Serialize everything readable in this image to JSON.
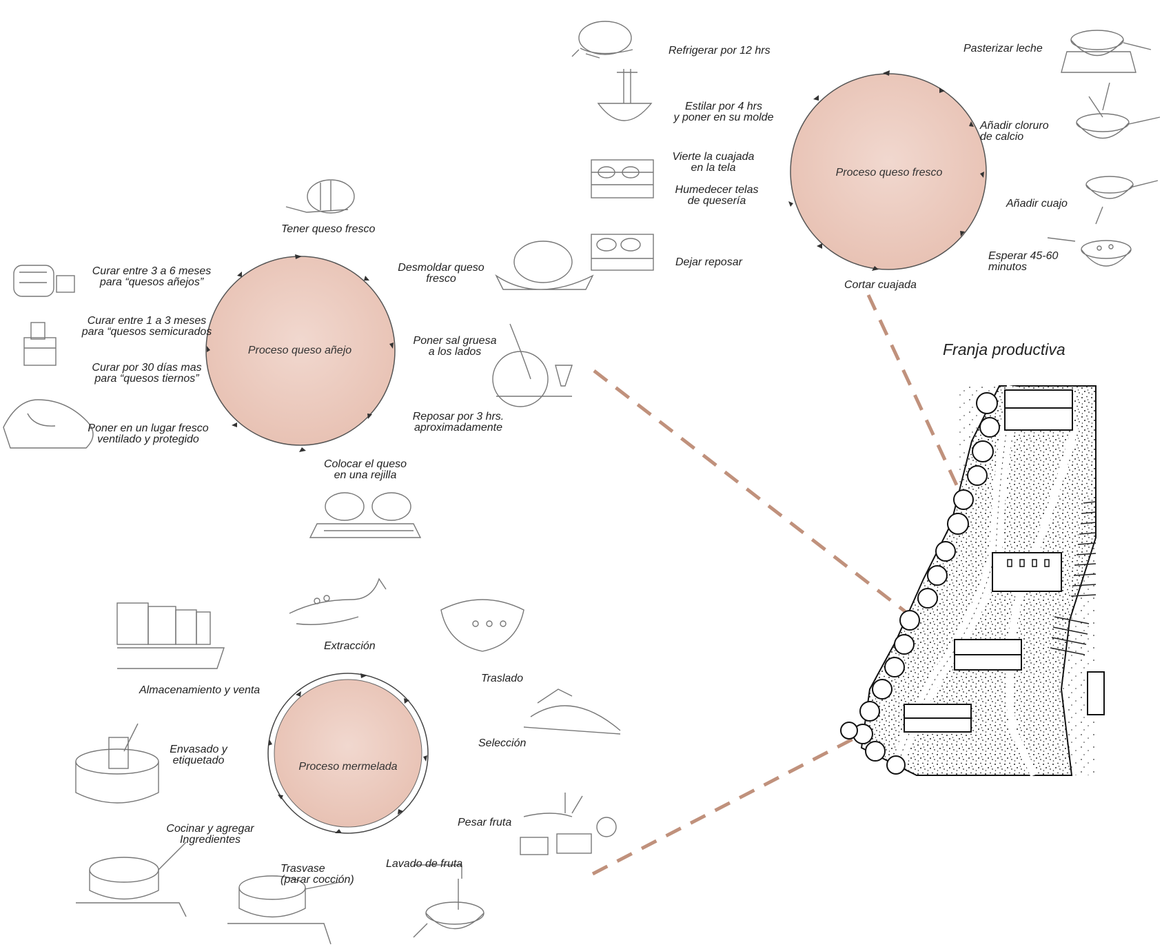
{
  "colors": {
    "cycle_fill": "#ecc9bd",
    "connector": "#c0917c",
    "ink": "#333333"
  },
  "fresco": {
    "title": "Proceso queso fresco",
    "steps": {
      "s1": "Refrigerar por 12 hrs",
      "s2": "Pasterizar leche",
      "s3": "Estilar por 4 hrs\ny poner en su molde",
      "s4": "Añadir cloruro\nde calcio",
      "s5": "Vierte la cuajada\nen la tela",
      "s6": "Humedecer telas\nde quesería",
      "s7": "Añadir cuajo",
      "s8": "Esperar 45-60\nminutos",
      "s9": "Dejar reposar",
      "s10": "Cortar cuajada"
    }
  },
  "anejo": {
    "title": "Proceso queso añejo",
    "steps": {
      "s1": "Tener queso fresco",
      "s2": "Curar entre 3 a 6 meses\npara “quesos añejos”",
      "s3": "Desmoldar queso\nfresco",
      "s4": "Curar entre 1 a 3 meses\npara “quesos semicurados",
      "s5": "Poner sal gruesa\na los lados",
      "s6": "Curar por 30 días mas\npara “quesos tiernos”",
      "s7": "Reposar por 3 hrs.\naproximadamente",
      "s8": "Poner en un lugar fresco\nventilado y protegido",
      "s9": "Colocar el queso\nen una rejilla"
    }
  },
  "mermelada": {
    "title": "Proceso mermelada",
    "steps": {
      "s1": "Extracción",
      "s2": "Almacenamiento y venta",
      "s3": "Traslado",
      "s4": "Selección",
      "s5": "Envasado y\netiquetado",
      "s6": "Pesar fruta",
      "s7": "Cocinar y agregar\nIngredientes",
      "s8": "Lavado de fruta",
      "s9": "Trasvase\n(parar cocción)"
    }
  },
  "franja": {
    "title": "Franja productiva"
  }
}
